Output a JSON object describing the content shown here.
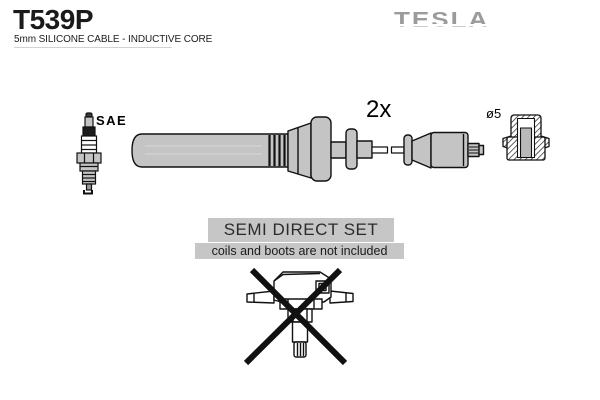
{
  "header": {
    "part_number": "T539P",
    "subtitle": "5mm SILICONE CABLE - INDUCTIVE CORE",
    "brand": "TESLA"
  },
  "labels": {
    "plug_terminal": "SAE",
    "quantity": "2x",
    "diameter": "ø5"
  },
  "notice": {
    "title": "SEMI DIRECT SET",
    "note": "coils and boots are not included"
  },
  "icons": {
    "spark_plug": "spark-plug-icon (line drawing)",
    "plug_boot_cable": "plug-boot-cable-icon (line drawing)",
    "boot_cross_section": "boot-cross-section-icon (hatched cutaway drawing)",
    "ignition_coil": "ignition-coil-icon (outline drawing)",
    "not_included_cross": "not-included-cross-icon (black X overlay)"
  },
  "colors": {
    "outline": "#111111",
    "part_fill": "#c4c4c4",
    "logo_gray": "#9b9b9b",
    "notice_box": "#c6c6c6",
    "background": "#ffffff"
  }
}
